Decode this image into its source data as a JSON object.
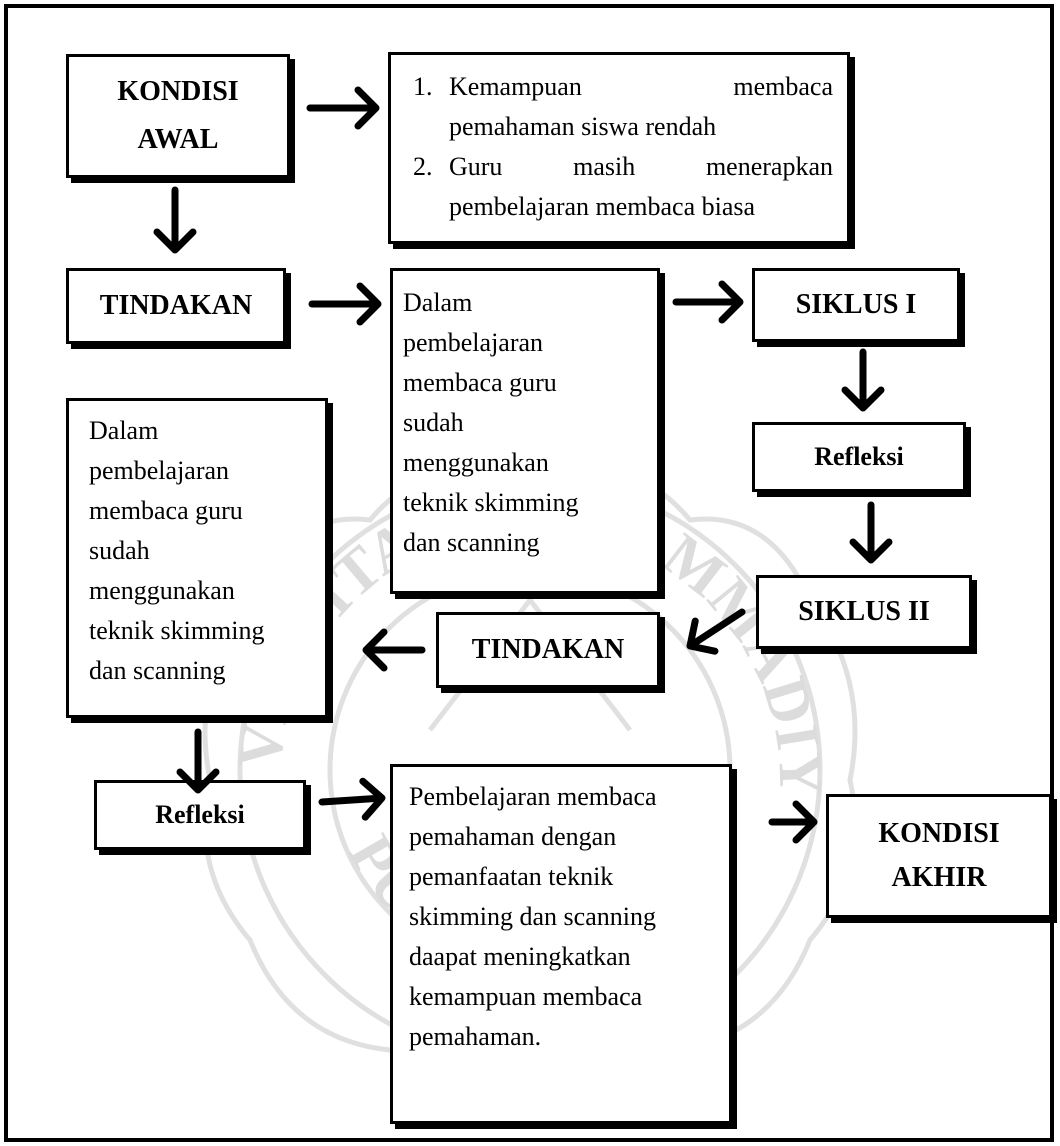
{
  "nodes": {
    "kondisi_awal": [
      "KONDISI",
      "AWAL"
    ],
    "kondisi_awal_points": [
      {
        "number": "1.",
        "lines": [
          "Kemampuan|membaca",
          "pemahaman siswa rendah"
        ]
      },
      {
        "number": "2.",
        "lines": [
          "Guru|masih|menerapkan",
          "pembelajaran membaca biasa"
        ]
      }
    ],
    "tindakan_1": "TINDAKAN",
    "tindakan_1_desc": [
      "Dalam",
      "pembelajaran",
      "membaca guru",
      "sudah",
      "menggunakan",
      "teknik skimming",
      "dan scanning"
    ],
    "siklus_1": "SIKLUS I",
    "refleksi_1": "Refleksi",
    "siklus_2": "SIKLUS II",
    "tindakan_2": "TINDAKAN",
    "tindakan_2_desc": [
      "Dalam",
      "pembelajaran",
      "membaca guru",
      "sudah",
      "menggunakan",
      "teknik skimming",
      "dan scanning"
    ],
    "refleksi_2": "Refleksi",
    "result_desc": [
      "Pembelajaran membaca",
      "pemahaman dengan",
      "pemanfaatan teknik",
      "skimming dan scanning",
      "daapat meningkatkan",
      "kemampuan membaca",
      "pemahaman."
    ],
    "kondisi_akhir": [
      "KONDISI",
      "AKHIR"
    ]
  },
  "watermark": {
    "text_top": "UNIVERSITAS MUHAMMADIYAH",
    "text_bottom": "PURWOKERTO"
  },
  "colors": {
    "line": "#000000",
    "watermark": "#d9d9d9"
  }
}
